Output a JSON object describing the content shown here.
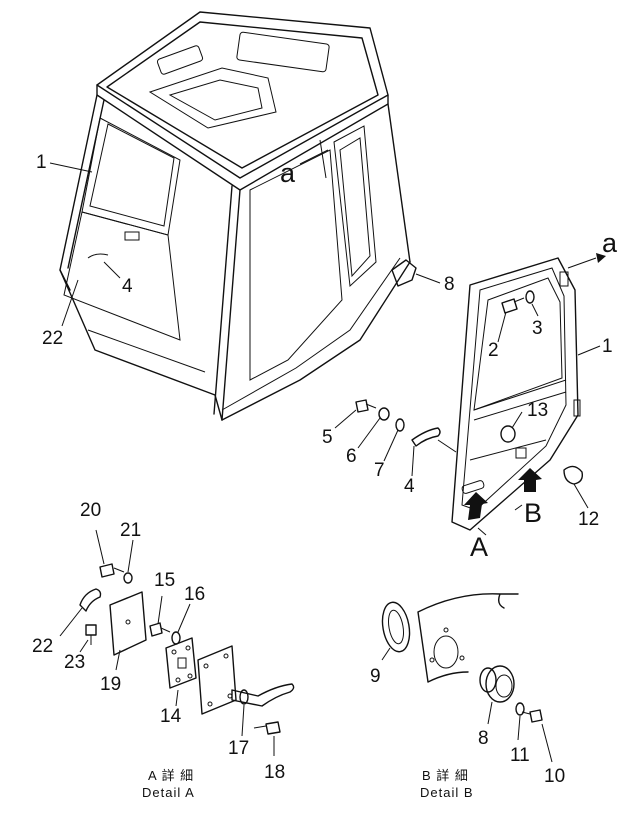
{
  "callouts": {
    "c1_top": "1",
    "c4_top": "4",
    "c22_top": "22",
    "ca_top": "a",
    "c8_top": "8",
    "ca_right": "a",
    "c1_right": "1",
    "c2": "2",
    "c3": "3",
    "c13": "13",
    "c5": "5",
    "c6": "6",
    "c7": "7",
    "c4_mid": "4",
    "c12": "12",
    "cA": "A",
    "cB": "B",
    "c20": "20",
    "c21": "21",
    "c15": "15",
    "c16": "16",
    "c22_det": "22",
    "c23": "23",
    "c19": "19",
    "c14": "14",
    "c17": "17",
    "c18": "18",
    "c9": "9",
    "c8_det": "8",
    "c11": "11",
    "c10": "10"
  },
  "captions": {
    "detail_a_jp": "A 詳 細",
    "detail_a_en": "Detail A",
    "detail_b_jp": "B 詳 細",
    "detail_b_en": "Detail B"
  }
}
